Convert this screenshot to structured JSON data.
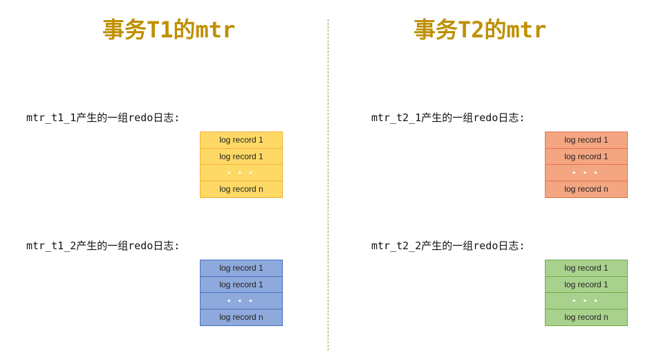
{
  "left": {
    "title": "事务T1的mtr",
    "group1": {
      "label": "mtr_t1_1产生的一组redo日志:",
      "records": [
        "log record 1",
        "log record 1",
        "▪ ▪ ▪",
        "log record n"
      ]
    },
    "group2": {
      "label": "mtr_t1_2产生的一组redo日志:",
      "records": [
        "log record 1",
        "log record 1",
        "▪ ▪ ▪",
        "log record n"
      ]
    }
  },
  "right": {
    "title": "事务T2的mtr",
    "group1": {
      "label": "mtr_t2_1产生的一组redo日志:",
      "records": [
        "log record 1",
        "log record 1",
        "▪ ▪ ▪",
        "log record n"
      ]
    },
    "group2": {
      "label": "mtr_t2_2产生的一组redo日志:",
      "records": [
        "log record 1",
        "log record 1",
        "▪ ▪ ▪",
        "log record n"
      ]
    }
  },
  "colors": {
    "title": "#bf9000",
    "divider": "#70ad47",
    "t1_1_fill": "#ffd966",
    "t1_2_fill": "#8ea9db",
    "t2_1_fill": "#f4a582",
    "t2_2_fill": "#a9d18e"
  }
}
